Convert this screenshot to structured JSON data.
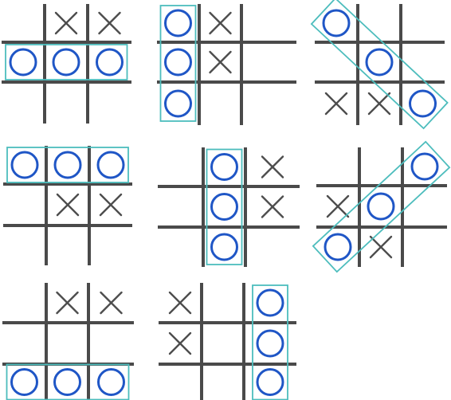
{
  "colors": {
    "background": "#ffffff",
    "grid": "#4a4a4a",
    "o_mark": "#1f56c6",
    "x_mark": "#4d4d4d",
    "win_highlight": "#4dbdbd"
  },
  "icons": {
    "o_mark": "circle",
    "x_mark": "cross"
  },
  "boards": [
    {
      "cells": [
        "",
        "X",
        "X",
        "O",
        "O",
        "O",
        "",
        "",
        ""
      ],
      "winning_line": [
        3,
        4,
        5
      ],
      "win_type": "row-2"
    },
    {
      "cells": [
        "O",
        "X",
        "",
        "O",
        "X",
        "",
        "O",
        "",
        ""
      ],
      "winning_line": [
        0,
        3,
        6
      ],
      "win_type": "column-1"
    },
    {
      "cells": [
        "O",
        "",
        "",
        "",
        "O",
        "",
        "X",
        "X",
        "O"
      ],
      "winning_line": [
        0,
        4,
        8
      ],
      "win_type": "diagonal-main"
    },
    {
      "cells": [
        "O",
        "O",
        "O",
        "",
        "X",
        "X",
        "",
        "",
        ""
      ],
      "winning_line": [
        0,
        1,
        2
      ],
      "win_type": "row-1"
    },
    {
      "cells": [
        "",
        "O",
        "X",
        "",
        "O",
        "X",
        "",
        "O",
        ""
      ],
      "winning_line": [
        1,
        4,
        7
      ],
      "win_type": "column-2"
    },
    {
      "cells": [
        "",
        "",
        "O",
        "X",
        "O",
        "",
        "O",
        "X",
        ""
      ],
      "winning_line": [
        2,
        4,
        6
      ],
      "win_type": "diagonal-anti"
    },
    {
      "cells": [
        "",
        "X",
        "X",
        "",
        "",
        "",
        "O",
        "O",
        "O"
      ],
      "winning_line": [
        6,
        7,
        8
      ],
      "win_type": "row-3"
    },
    {
      "cells": [
        "X",
        "",
        "O",
        "X",
        "",
        "O",
        "",
        "",
        "O"
      ],
      "winning_line": [
        2,
        5,
        8
      ],
      "win_type": "column-3"
    }
  ]
}
